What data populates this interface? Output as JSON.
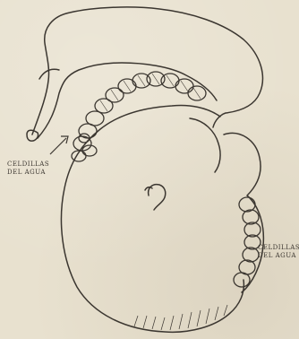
{
  "labels": {
    "left": {
      "line1": "Celdillas",
      "line2": "del agua"
    },
    "right": {
      "line1": "Celdillas",
      "line2": "del agua"
    }
  },
  "colors": {
    "paper": "#e8e1cf",
    "ink": "#3b3630"
  }
}
